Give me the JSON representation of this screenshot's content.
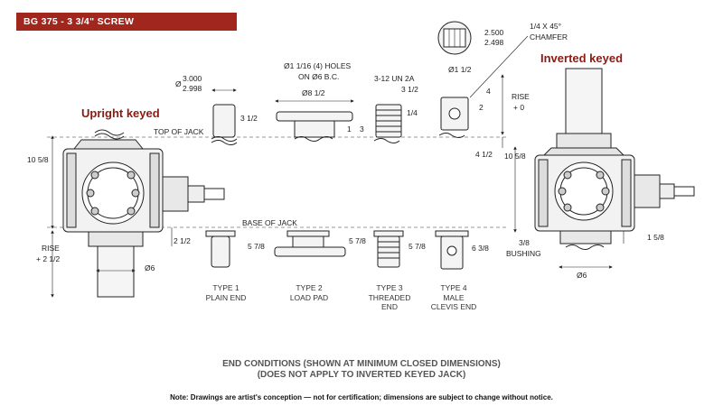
{
  "header": {
    "title": "BG 375 - 3 3/4\" SCREW"
  },
  "views": {
    "upright_title": "Upright keyed",
    "inverted_title": "Inverted keyed"
  },
  "dims": {
    "top_of_jack": "TOP OF JACK",
    "base_of_jack": "BASE OF JACK",
    "left_height": "10 5/8",
    "left_rise": "RISE",
    "left_rise_val": "+ 2 1/2",
    "left_dia": "Ø6",
    "left_2_1_2": "2 1/2",
    "right_height": "10 5/8",
    "right_rise": "RISE",
    "right_rise_val": "+ 0",
    "right_4_1_2": "4 1/2",
    "right_1_5_8": "1 5/8",
    "right_3_8": "3/8",
    "right_bushing": "BUSHING",
    "right_dia": "Ø6",
    "dia_3000": "3.000",
    "dia_2998": "2.998",
    "dia_symbol": "Ø",
    "t1_3_1_2": "3 1/2",
    "t2_holes": "Ø1 1/16 (4) HOLES",
    "t2_bc": "ON Ø6 B.C.",
    "t2_dia": "Ø8 1/2",
    "t2_1": "1",
    "t2_3": "3",
    "t3_thread": "3-12 UN 2A",
    "t3_3_1_2": "3 1/2",
    "t3_1_4": "1/4",
    "t4_dia": "Ø1 1/2",
    "t4_2": "2",
    "t4_4": "4",
    "t4_top_2500": "2.500",
    "t4_top_2498": "2.498",
    "chamfer_1": "1/4 X 45°",
    "chamfer_2": "CHAMFER",
    "b1_5_7_8": "5 7/8",
    "b2_5_7_8": "5 7/8",
    "b3_5_7_8": "5 7/8",
    "b4_6_3_8": "6 3/8"
  },
  "types": [
    {
      "line1": "TYPE 1",
      "line2": "PLAIN END",
      "line3": ""
    },
    {
      "line1": "TYPE 2",
      "line2": "LOAD PAD",
      "line3": ""
    },
    {
      "line1": "TYPE 3",
      "line2": "THREADED",
      "line3": "END"
    },
    {
      "line1": "TYPE 4",
      "line2": "MALE",
      "line3": "CLEVIS END"
    }
  ],
  "footer": {
    "end_conditions_1": "END CONDITIONS (SHOWN AT MINIMUM CLOSED DIMENSIONS)",
    "end_conditions_2": "(DOES NOT APPLY TO INVERTED KEYED JACK)",
    "note": "Note: Drawings are artist's conception — not for certification; dimensions are subject to change without notice."
  },
  "colors": {
    "banner": "#a1261d",
    "title": "#8b1a12"
  }
}
